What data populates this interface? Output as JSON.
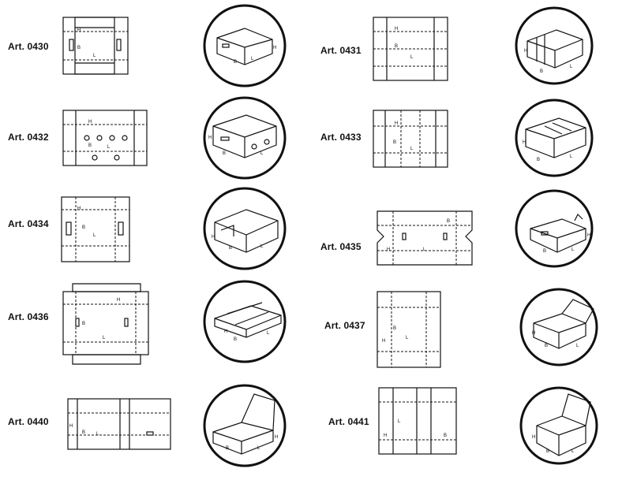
{
  "items": [
    {
      "label": "Art. 0430",
      "dims": {
        "h": "H",
        "b": "B",
        "l": "L"
      }
    },
    {
      "label": "Art. 0431",
      "dims": {
        "h": "H",
        "b": "B",
        "l": "L"
      }
    },
    {
      "label": "Art. 0432",
      "dims": {
        "h": "H",
        "b": "B",
        "l": "L"
      }
    },
    {
      "label": "Art. 0433",
      "dims": {
        "h": "H",
        "b": "B",
        "l": "L"
      }
    },
    {
      "label": "Art. 0434",
      "dims": {
        "h": "H",
        "b": "B",
        "l": "L"
      }
    },
    {
      "label": "Art. 0435",
      "dims": {
        "h": "H",
        "b": "B",
        "l": "L"
      }
    },
    {
      "label": "Art. 0436",
      "dims": {
        "h": "H",
        "b": "B",
        "l": "L"
      }
    },
    {
      "label": "Art. 0437",
      "dims": {
        "h": "H",
        "b": "B",
        "l": "L"
      }
    },
    {
      "label": "Art. 0440",
      "dims": {
        "h": "H",
        "b": "B",
        "l": "L"
      }
    },
    {
      "label": "Art. 0441",
      "dims": {
        "h": "H",
        "b": "B",
        "l": "L"
      }
    }
  ]
}
